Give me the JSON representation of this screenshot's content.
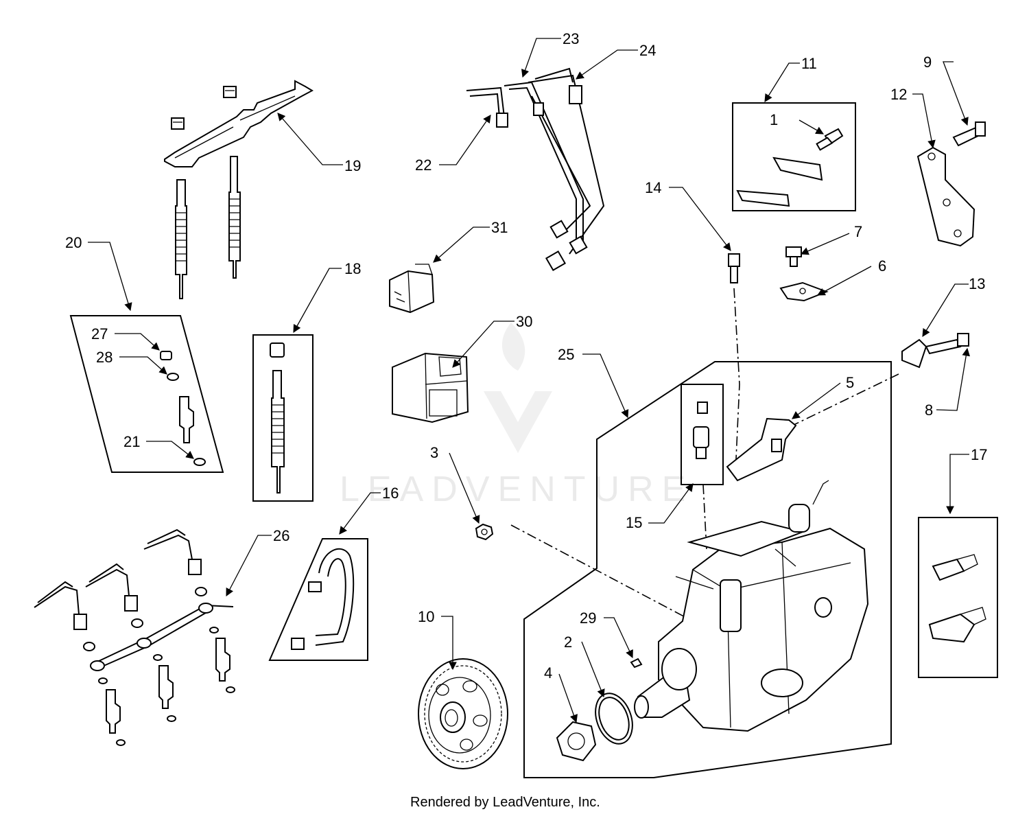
{
  "footer": "Rendered by LeadVenture, Inc.",
  "watermark": "LEADVENTURE",
  "callouts": [
    "1",
    "2",
    "3",
    "4",
    "5",
    "6",
    "7",
    "8",
    "9",
    "10",
    "11",
    "12",
    "13",
    "14",
    "15",
    "16",
    "17",
    "18",
    "19",
    "20",
    "21",
    "22",
    "23",
    "24",
    "25",
    "26",
    "27",
    "28",
    "29",
    "30",
    "31"
  ]
}
